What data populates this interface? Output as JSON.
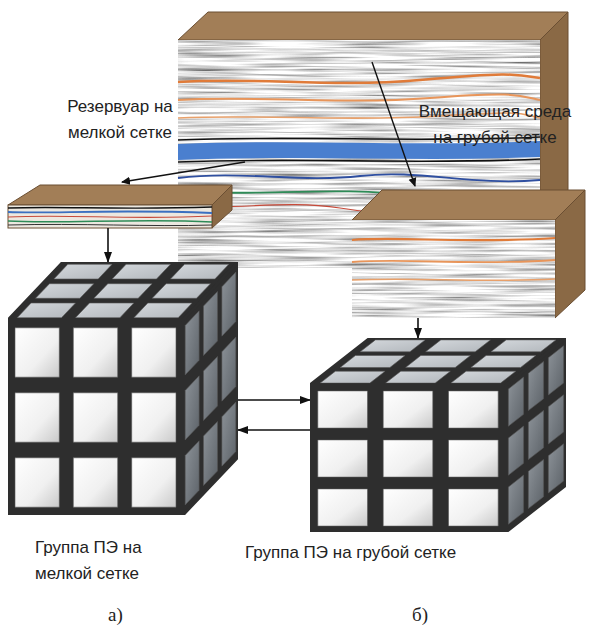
{
  "diagram": {
    "nodes": [
      {
        "text": [
          "Резервуар на мелкой сетке"
        ]
      },
      {
        "text": [
          "Вмещающая среда на грубой сетке"
        ]
      },
      {
        "text": [
          "Группа ПЭ на мелкой сетке"
        ]
      },
      {
        "text": [
          "Группа ПЭ на грубой сетке"
        ]
      }
    ],
    "edges": [
      {
        "from": 0,
        "to": 2,
        "arrow": "to"
      },
      {
        "from": 1,
        "to": 3,
        "arrow": "to"
      },
      {
        "from": 2,
        "to": 3,
        "arrow": "to"
      },
      {
        "from": 3,
        "to": 2,
        "arrow": "to"
      }
    ],
    "labels": [
      "а)",
      "б)"
    ]
  }
}
